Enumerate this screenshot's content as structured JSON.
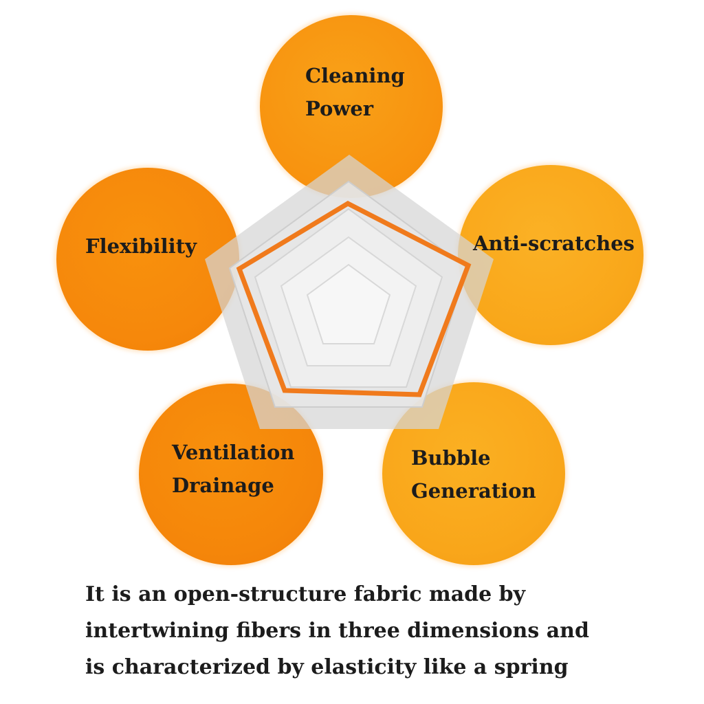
{
  "features": {
    "top": {
      "line1": "Cleaning",
      "line2": "Power"
    },
    "left": {
      "line1": "Flexibility"
    },
    "right": {
      "line1": "Anti-scratches"
    },
    "bottom_left": {
      "line1": "Ventilation",
      "line2": "Drainage"
    },
    "bottom_right": {
      "line1": "Bubble",
      "line2": "Generation"
    }
  },
  "description": {
    "line1": "It is an open-structure fabric made by",
    "line2": "intertwining fibers in three dimensions and",
    "line3": "is characterized by elasticity like a spring"
  },
  "colors": {
    "accent_line": "#f07a1c",
    "circle_orange": "#f6880b",
    "circle_amber": "#f9a71a",
    "pentagon_fill": "#d9d9d9"
  }
}
